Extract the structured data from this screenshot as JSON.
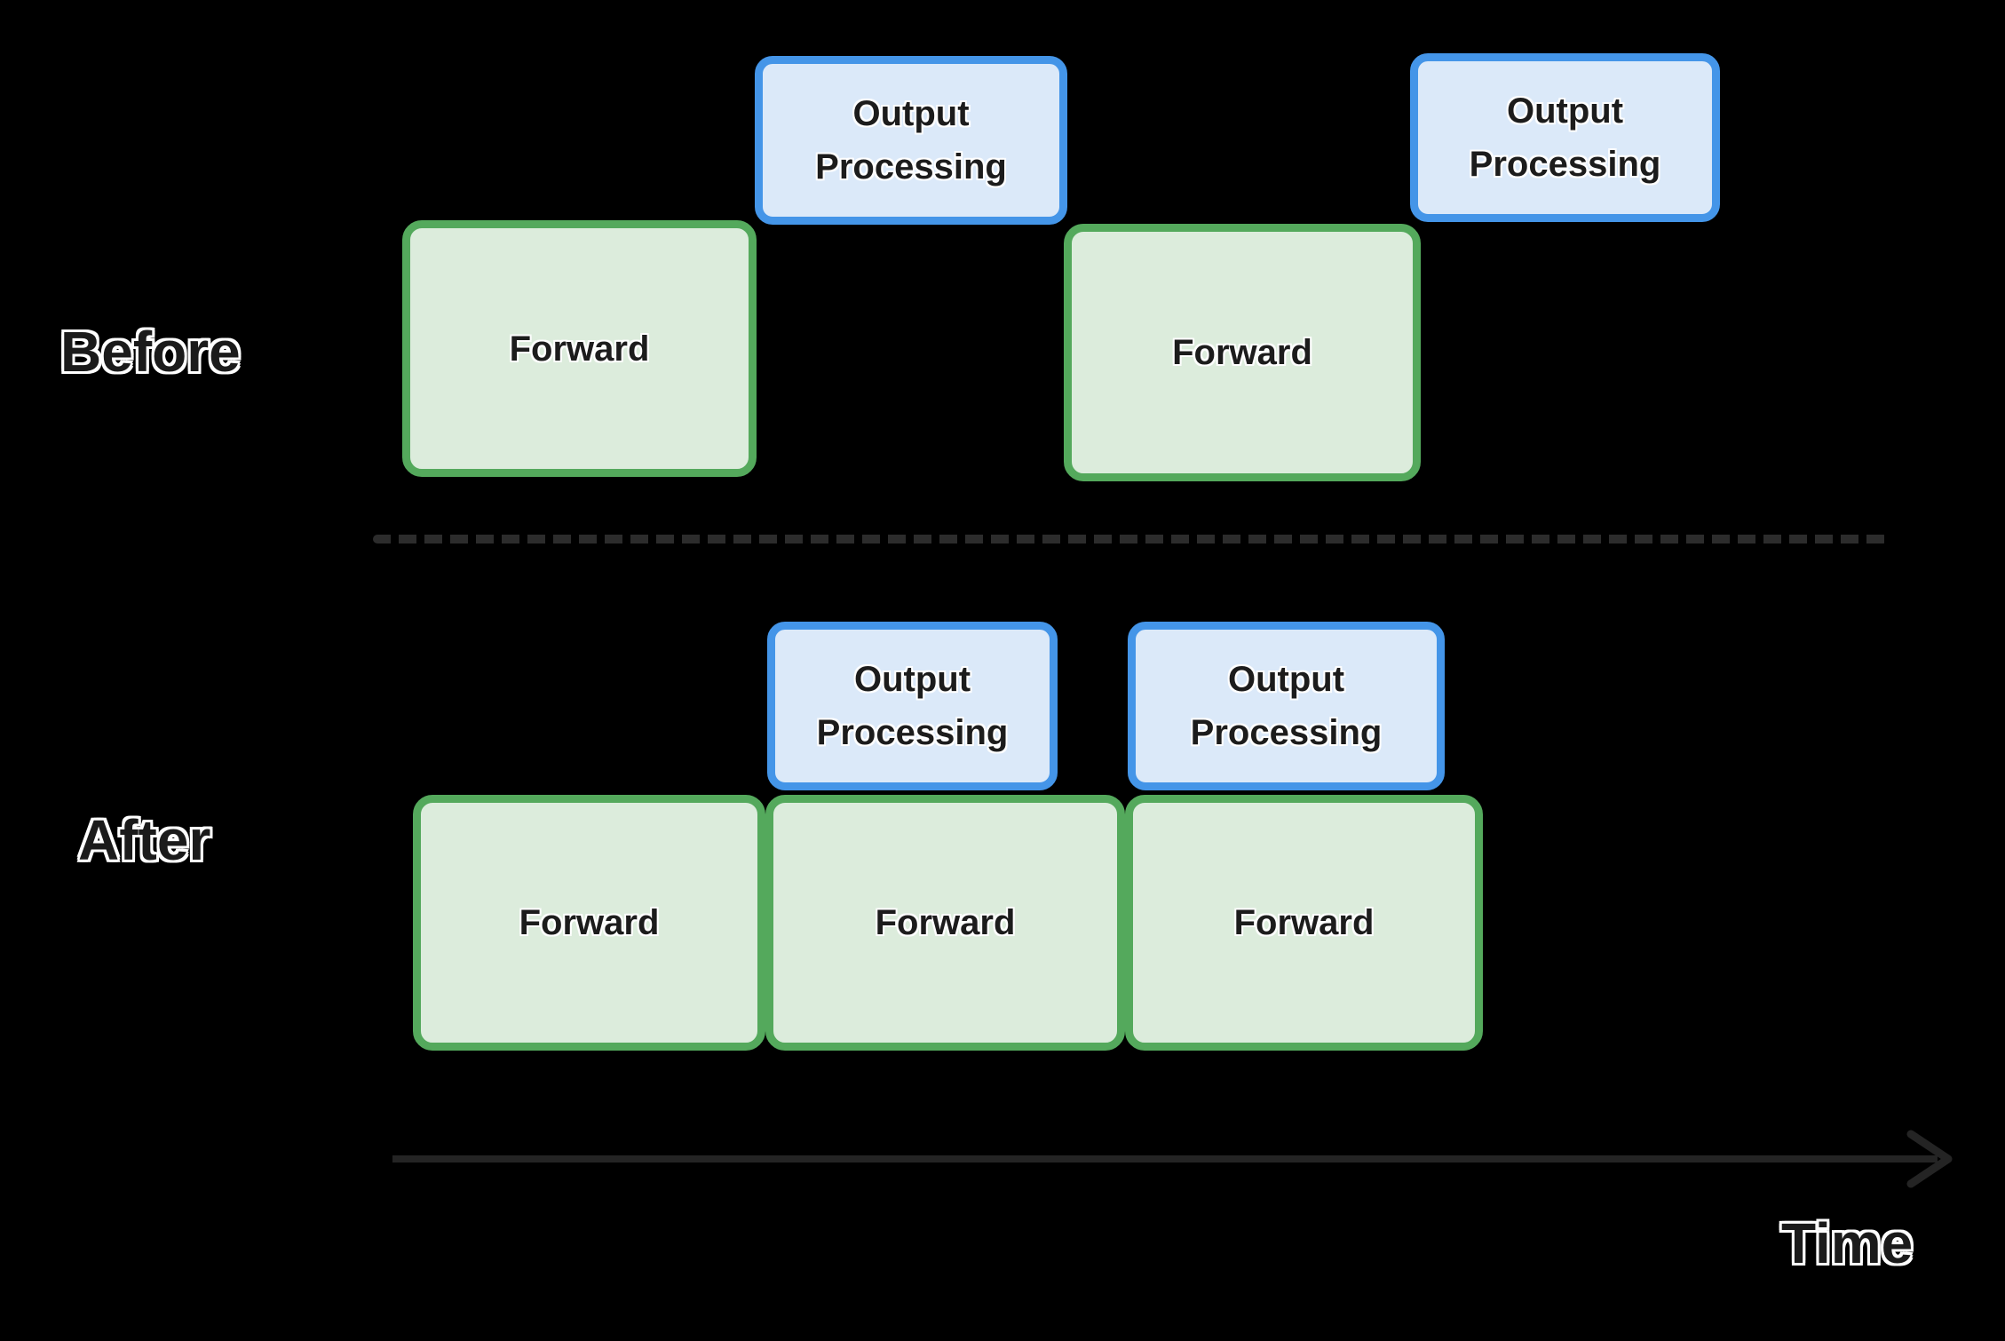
{
  "colors": {
    "background": "#000000",
    "forward_fill": "#dcecdc",
    "forward_border": "#54a95c",
    "output_fill": "#dbe9f9",
    "output_border": "#4495e8",
    "box_text": "#1c1c1c",
    "label_text": "#1b1b1b",
    "label_outline": "#ffffff",
    "divider_dash": "#2c2c2c",
    "arrow": "#242424"
  },
  "sections": {
    "before": {
      "label": "Before",
      "boxes": [
        {
          "id": "forward-1",
          "type": "forward",
          "label": "Forward"
        },
        {
          "id": "output-processing-1",
          "type": "output-processing",
          "label": "Output Processing"
        },
        {
          "id": "forward-2",
          "type": "forward",
          "label": "Forward"
        },
        {
          "id": "output-processing-2",
          "type": "output-processing",
          "label": "Output Processing"
        }
      ]
    },
    "after": {
      "label": "After",
      "boxes": [
        {
          "id": "forward-1",
          "type": "forward",
          "label": "Forward"
        },
        {
          "id": "forward-2",
          "type": "forward",
          "label": "Forward"
        },
        {
          "id": "forward-3",
          "type": "forward",
          "label": "Forward"
        },
        {
          "id": "output-processing-1",
          "type": "output-processing",
          "label": "Output Processing"
        },
        {
          "id": "output-processing-2",
          "type": "output-processing",
          "label": "Output Processing"
        }
      ]
    }
  },
  "timeline": {
    "label": "Time",
    "direction": "left-to-right"
  }
}
